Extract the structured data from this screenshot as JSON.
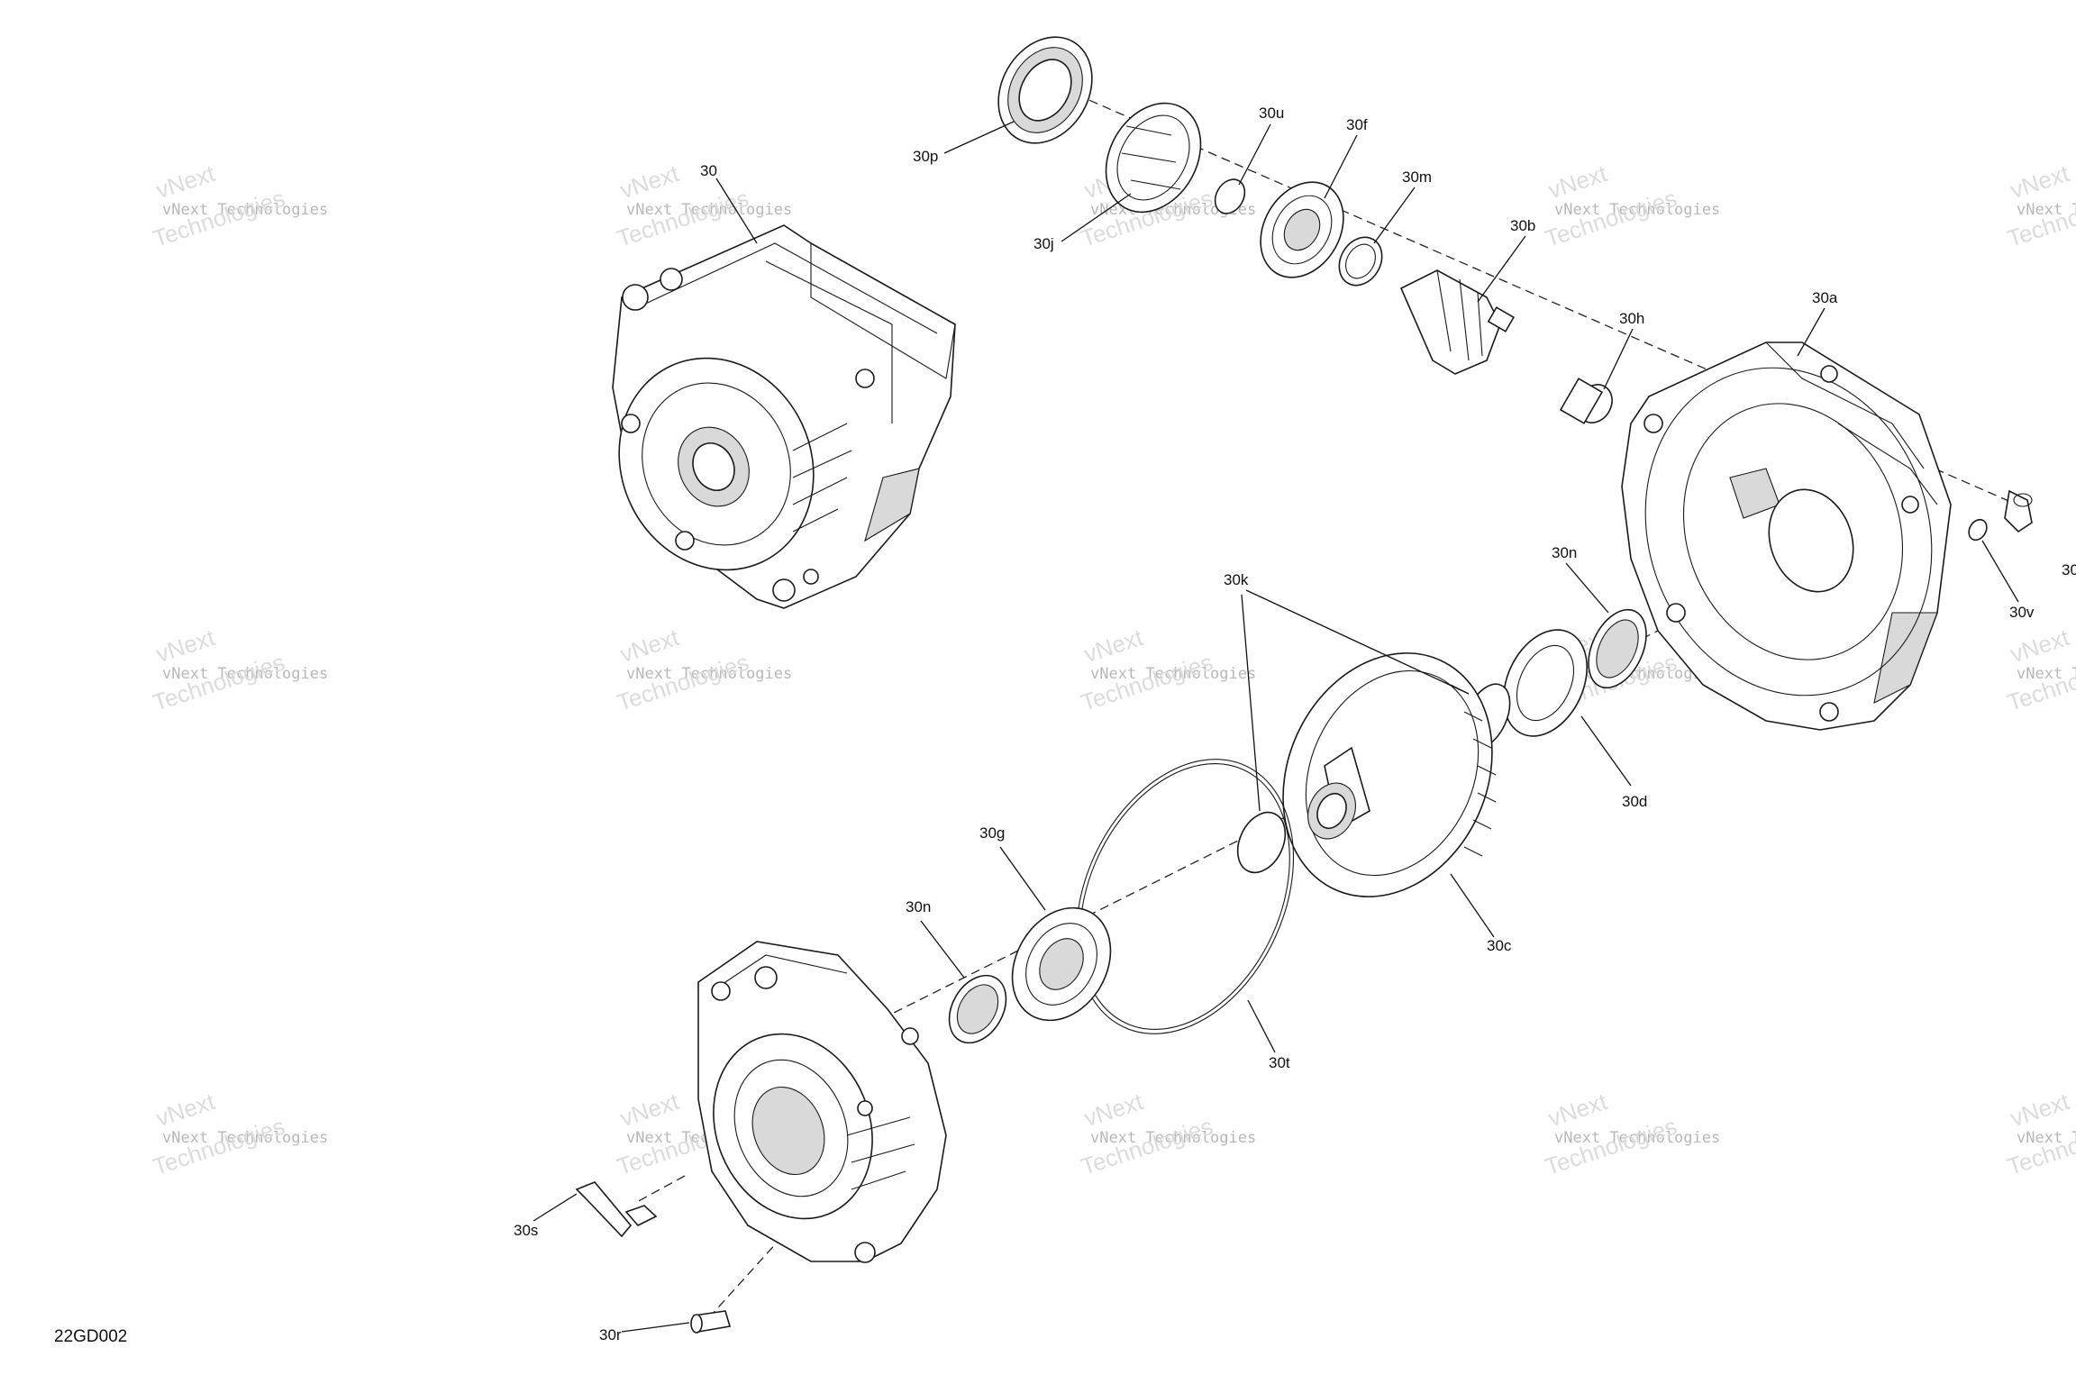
{
  "drawing_id": "22GD002",
  "watermark": {
    "line1": "vNext Technologies",
    "line2": "Technologies",
    "line3": "vNext"
  },
  "callouts": {
    "c30": "30",
    "c30a": "30a",
    "c30b": "30b",
    "c30c": "30c",
    "c30d": "30d",
    "c30f": "30f",
    "c30g": "30g",
    "c30h": "30h",
    "c30j": "30j",
    "c30k": "30k",
    "c30m": "30m",
    "c30n_upper": "30n",
    "c30n_lower": "30n",
    "c30p": "30p",
    "c30r": "30r",
    "c30s": "30s",
    "c30t": "30t",
    "c30u": "30u",
    "c30v": "30v",
    "c30_edge": "30"
  }
}
